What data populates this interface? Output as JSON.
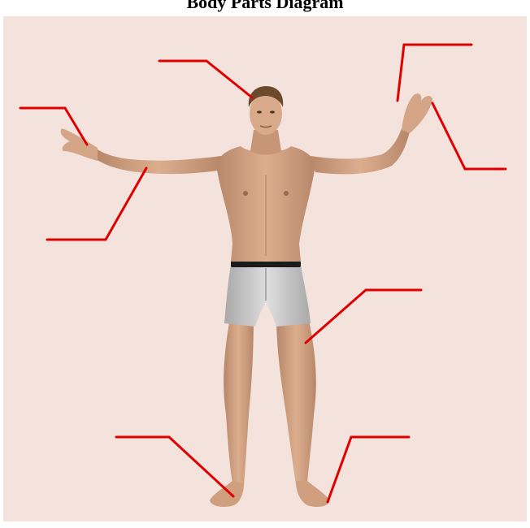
{
  "title": "Body Parts Diagram",
  "colors": {
    "background": "#f3e3dc",
    "leader_line": "#e00000",
    "skin": "#d7a988",
    "skin_shadow": "#b07f5f",
    "hair": "#6b4a2c",
    "shorts": "#c9c9c9",
    "waistband": "#1b1b1b"
  },
  "figure": {
    "description_icon": "human-figure",
    "label_count": 8
  }
}
